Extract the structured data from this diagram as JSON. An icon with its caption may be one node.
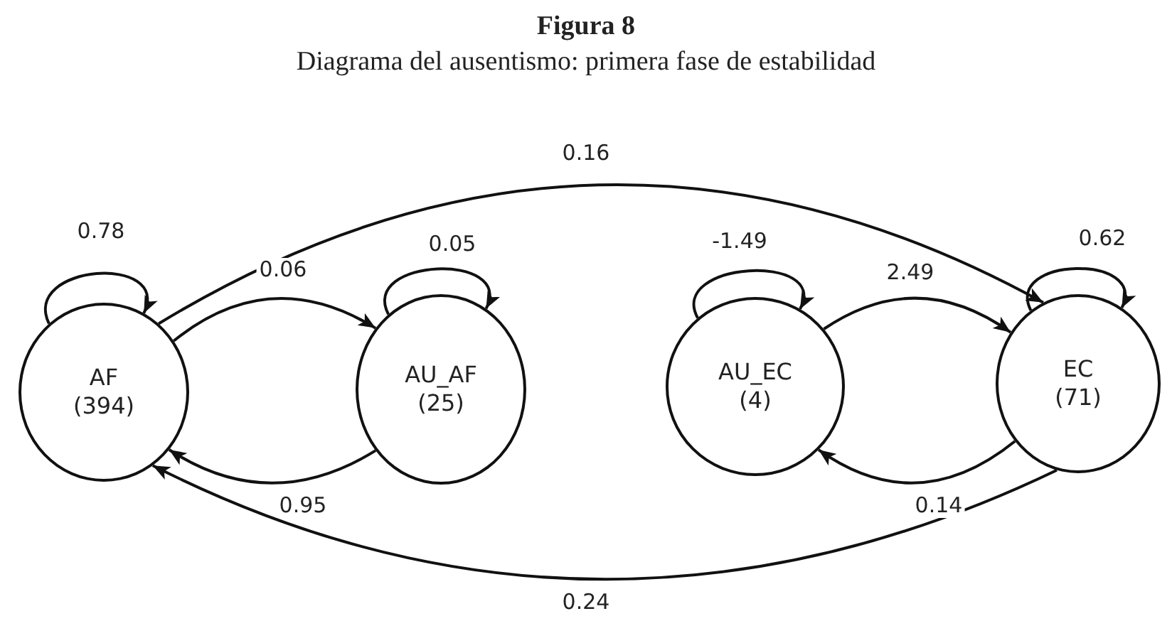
{
  "diagram": {
    "title": "Figura 8",
    "caption": "Diagrama del ausentismo: primera fase de estabilidad",
    "nodes": [
      {
        "text": [
          "AF",
          "(394)"
        ]
      },
      {
        "text": [
          "AU_AF",
          "(25)"
        ]
      },
      {
        "text": [
          "AU_EC",
          "(4)"
        ]
      },
      {
        "text": [
          "EC",
          "(71)"
        ]
      }
    ],
    "edges": [
      {
        "from": 0,
        "to": 0,
        "arrow": "to",
        "label": "0.78"
      },
      {
        "from": 0,
        "to": 1,
        "arrow": "to",
        "label": "0.06"
      },
      {
        "from": 1,
        "to": 1,
        "arrow": "to",
        "label": "0.05"
      },
      {
        "from": 1,
        "to": 0,
        "arrow": "to",
        "label": "0.95"
      },
      {
        "from": 0,
        "to": 3,
        "arrow": "to",
        "label": "0.16"
      },
      {
        "from": 3,
        "to": 0,
        "arrow": "to",
        "label": "0.24"
      },
      {
        "from": 2,
        "to": 2,
        "arrow": "to",
        "label": "-1.49"
      },
      {
        "from": 2,
        "to": 3,
        "arrow": "to",
        "label": "2.49"
      },
      {
        "from": 3,
        "to": 2,
        "arrow": "to",
        "label": "0.14"
      },
      {
        "from": 3,
        "to": 3,
        "arrow": "to",
        "label": "0.62"
      }
    ]
  }
}
